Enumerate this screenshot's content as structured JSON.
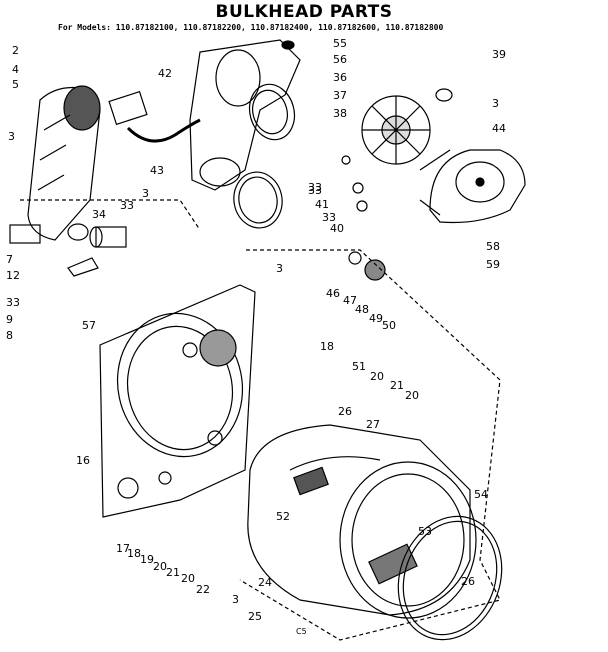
{
  "title": "BULKHEAD PARTS",
  "subtitle": "For Models: 110.87182100, 110.87182200, 110.87182400, 110.87182600, 110.87182800",
  "code": "C5",
  "callouts": [
    "2",
    "4",
    "5",
    "3",
    "42",
    "43",
    "55",
    "56",
    "36",
    "37",
    "38",
    "33",
    "39",
    "3",
    "44",
    "12",
    "34",
    "33",
    "3",
    "7",
    "33",
    "9",
    "8",
    "57",
    "3",
    "58",
    "59",
    "46",
    "47",
    "48",
    "49",
    "50",
    "18",
    "51",
    "20",
    "21",
    "20",
    "16",
    "26",
    "27",
    "52",
    "53",
    "54",
    "26",
    "17",
    "18",
    "19",
    "20",
    "21",
    "20",
    "22",
    "24",
    "3",
    "25",
    "33",
    "41",
    "33",
    "40"
  ]
}
